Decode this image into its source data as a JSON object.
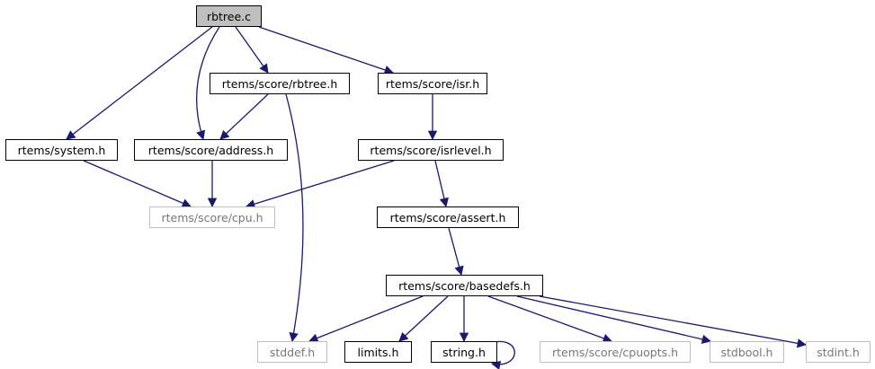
{
  "nodes": [
    {
      "id": "rbtree_c",
      "label": "rbtree.c",
      "kind": "current"
    },
    {
      "id": "rbtree_h",
      "label": "rtems/score/rbtree.h",
      "kind": "internal"
    },
    {
      "id": "isr_h",
      "label": "rtems/score/isr.h",
      "kind": "internal"
    },
    {
      "id": "system_h",
      "label": "rtems/system.h",
      "kind": "internal"
    },
    {
      "id": "address_h",
      "label": "rtems/score/address.h",
      "kind": "internal"
    },
    {
      "id": "isrlevel_h",
      "label": "rtems/score/isrlevel.h",
      "kind": "internal"
    },
    {
      "id": "cpu_h",
      "label": "rtems/score/cpu.h",
      "kind": "external"
    },
    {
      "id": "assert_h",
      "label": "rtems/score/assert.h",
      "kind": "internal"
    },
    {
      "id": "basedefs_h",
      "label": "rtems/score/basedefs.h",
      "kind": "internal"
    },
    {
      "id": "stddef_h",
      "label": "stddef.h",
      "kind": "external"
    },
    {
      "id": "limits_h",
      "label": "limits.h",
      "kind": "internal"
    },
    {
      "id": "string_h",
      "label": "string.h",
      "kind": "internal"
    },
    {
      "id": "cpuopts_h",
      "label": "rtems/score/cpuopts.h",
      "kind": "external"
    },
    {
      "id": "stdbool_h",
      "label": "stdbool.h",
      "kind": "external"
    },
    {
      "id": "stdint_h",
      "label": "stdint.h",
      "kind": "external"
    }
  ],
  "edges": [
    {
      "from": "rbtree_c",
      "to": "system_h"
    },
    {
      "from": "rbtree_c",
      "to": "address_h"
    },
    {
      "from": "rbtree_c",
      "to": "rbtree_h"
    },
    {
      "from": "rbtree_c",
      "to": "isr_h"
    },
    {
      "from": "rbtree_h",
      "to": "address_h"
    },
    {
      "from": "rbtree_h",
      "to": "stddef_h"
    },
    {
      "from": "isr_h",
      "to": "isrlevel_h"
    },
    {
      "from": "system_h",
      "to": "cpu_h"
    },
    {
      "from": "address_h",
      "to": "cpu_h"
    },
    {
      "from": "isrlevel_h",
      "to": "cpu_h"
    },
    {
      "from": "isrlevel_h",
      "to": "assert_h"
    },
    {
      "from": "assert_h",
      "to": "basedefs_h"
    },
    {
      "from": "basedefs_h",
      "to": "stddef_h"
    },
    {
      "from": "basedefs_h",
      "to": "limits_h"
    },
    {
      "from": "basedefs_h",
      "to": "string_h"
    },
    {
      "from": "basedefs_h",
      "to": "cpuopts_h"
    },
    {
      "from": "basedefs_h",
      "to": "stdbool_h"
    },
    {
      "from": "basedefs_h",
      "to": "stdint_h"
    },
    {
      "from": "string_h",
      "to": "string_h"
    }
  ],
  "colors": {
    "edge": "#191970",
    "current_fill": "#bfbfbf",
    "external_border": "#bfbfbf",
    "external_text": "#777777",
    "border": "#000000"
  }
}
